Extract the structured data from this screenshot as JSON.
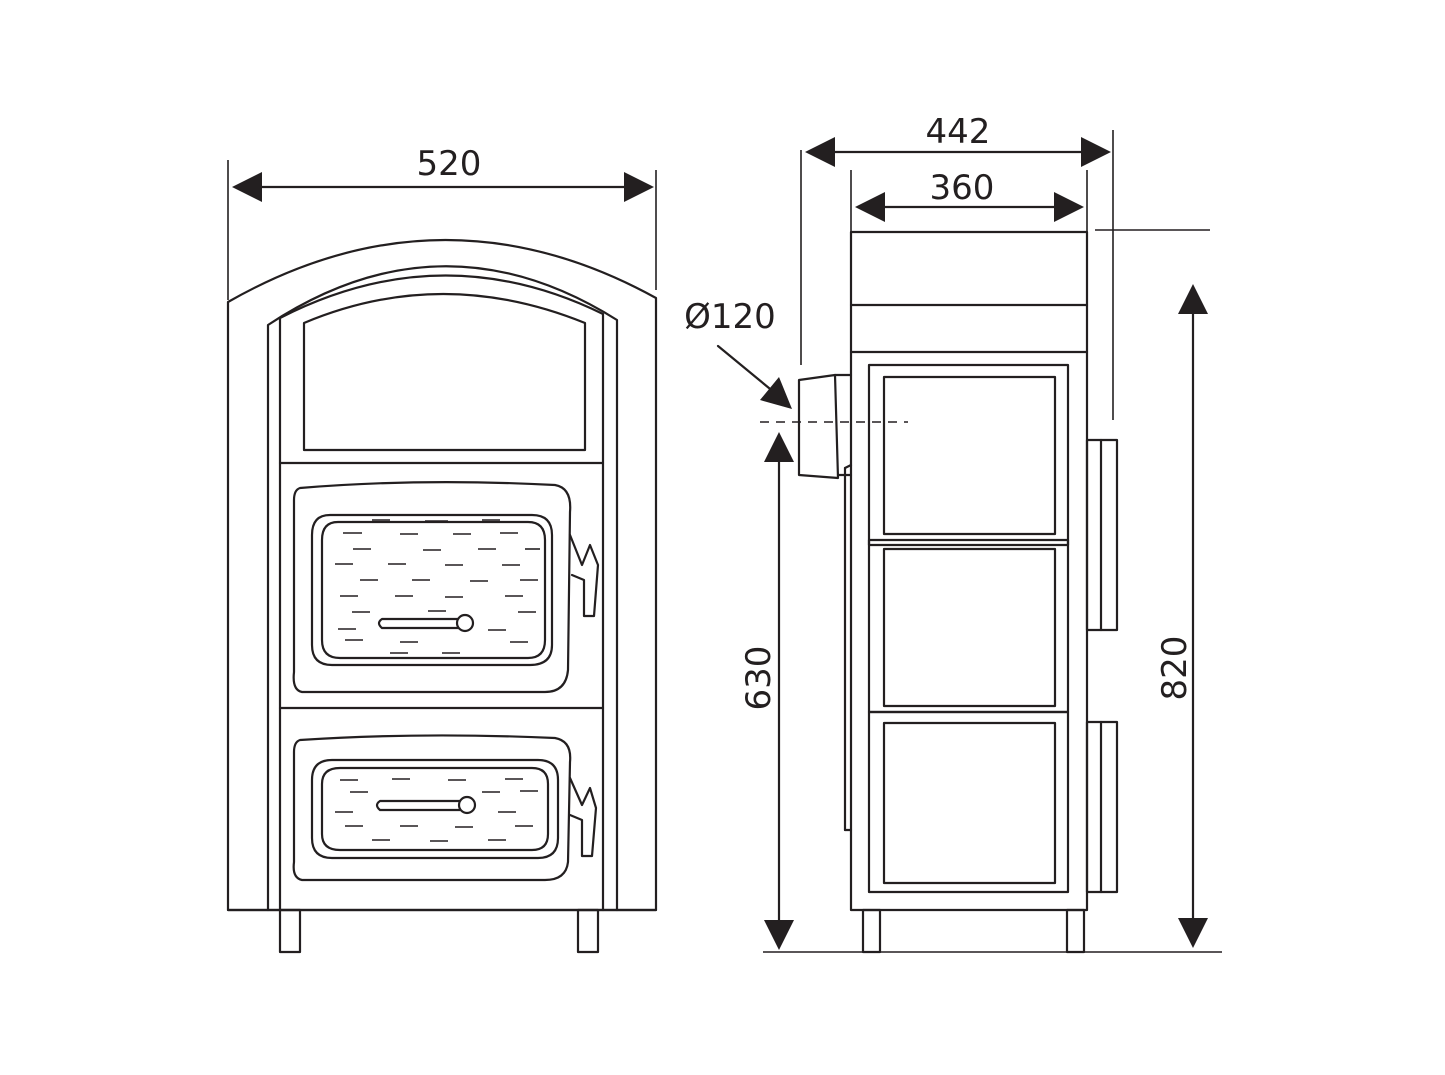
{
  "drawing": {
    "front_width": "520",
    "side_depth_total": "442",
    "side_depth_body": "360",
    "flue_diameter": "Ø120",
    "flue_height": "630",
    "total_height": "820"
  },
  "colors": {
    "line": "#231f20",
    "background": "#ffffff"
  }
}
